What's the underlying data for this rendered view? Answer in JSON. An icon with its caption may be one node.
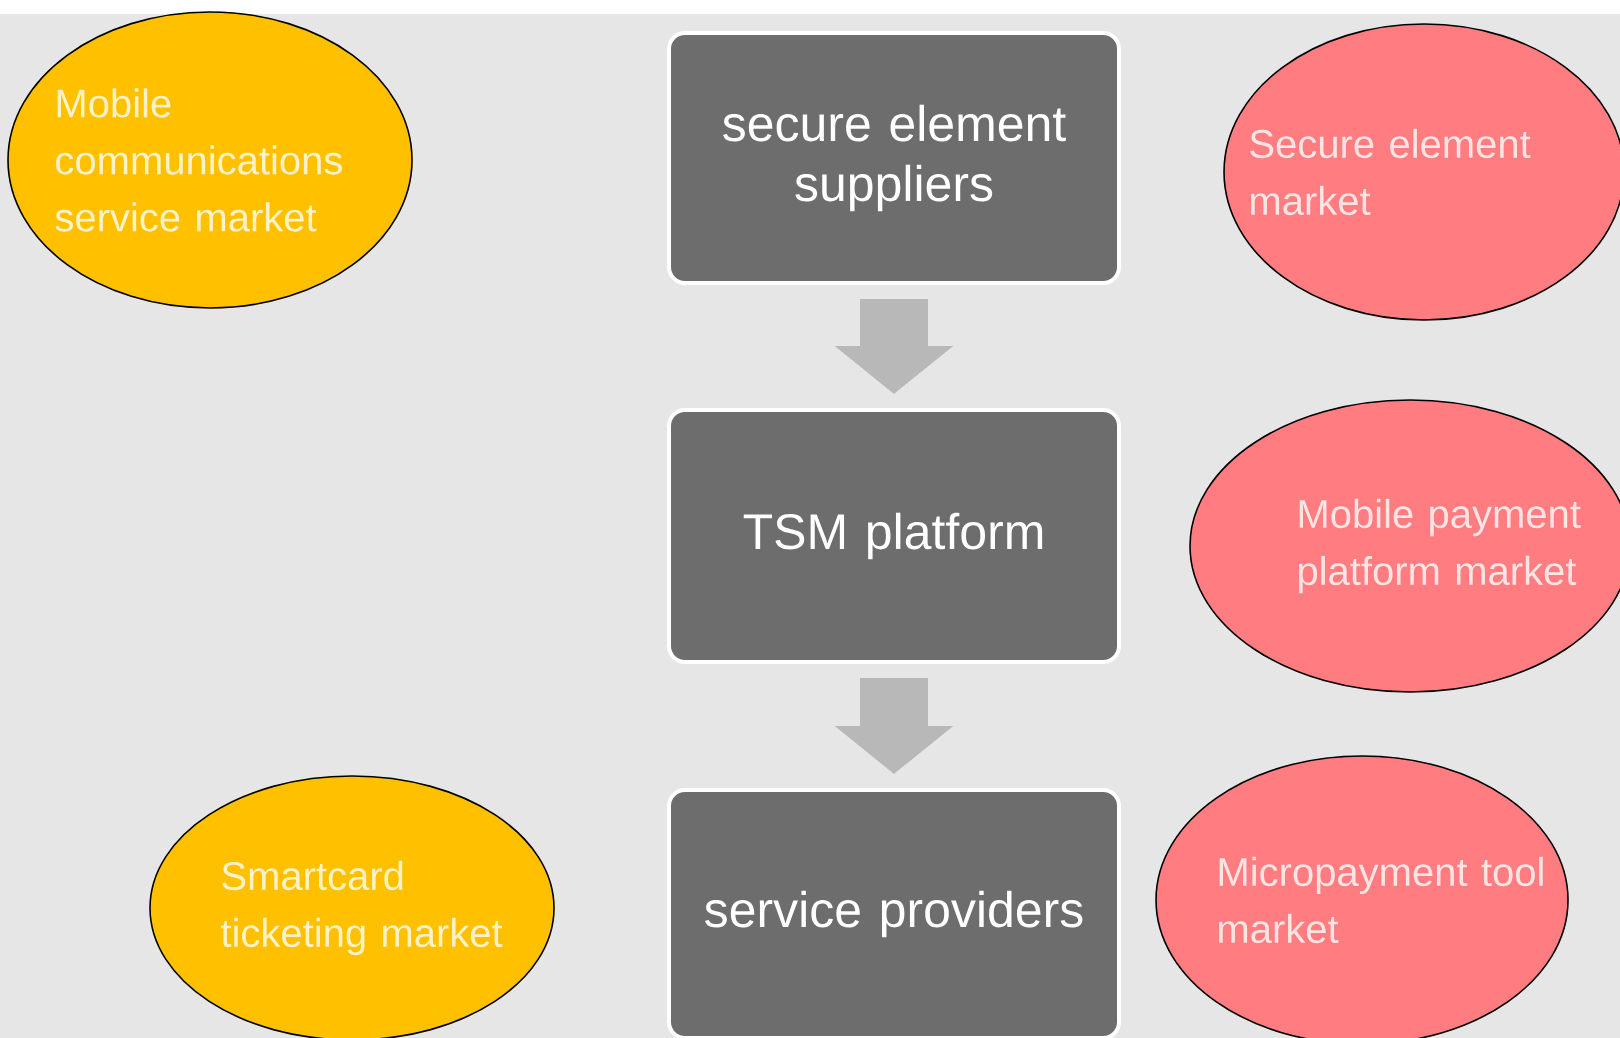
{
  "diagram": {
    "nodes": [
      {
        "text": [
          "Mobile communications service market"
        ]
      },
      {
        "text": [
          "secure element suppliers"
        ]
      },
      {
        "text": [
          "Secure element market"
        ]
      },
      {
        "text": [
          "TSM platform"
        ]
      },
      {
        "text": [
          "Mobile payment platform market"
        ]
      },
      {
        "text": [
          "Smartcard ticketing market"
        ]
      },
      {
        "text": [
          "service providers"
        ]
      },
      {
        "text": [
          "Micropayment tool market"
        ]
      }
    ],
    "edges": [
      {
        "from": 1,
        "to": 3,
        "arrow": "to"
      },
      {
        "from": 3,
        "to": 6,
        "arrow": "to"
      }
    ]
  }
}
